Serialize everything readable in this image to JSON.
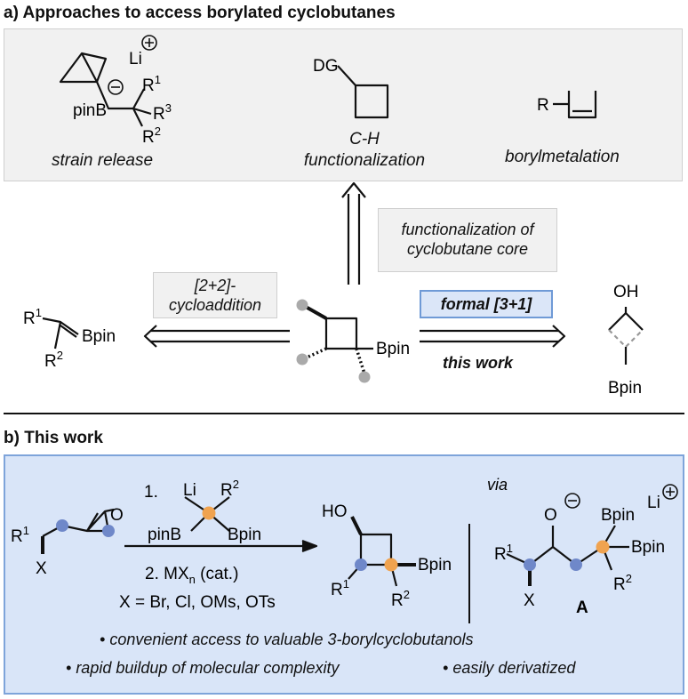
{
  "section_a": {
    "title": "a) Approaches to access borylated cyclobutanes",
    "approach1": {
      "caption": "strain release",
      "li": "Li",
      "pinb": "pinB",
      "r1": "R",
      "r1_sup": "1",
      "r2": "R",
      "r2_sup": "2",
      "r3": "R",
      "r3_sup": "3"
    },
    "approach2": {
      "caption_line1": "C-H",
      "caption_line2": "functionalization",
      "dg": "DG"
    },
    "approach3": {
      "caption": "borylmetalation",
      "r": "R"
    },
    "functionalization_line1": "functionalization of",
    "functionalization_line2": "cyclobutane core",
    "cycloaddition_line1": "[2+2]-",
    "cycloaddition_line2": "cycloaddition",
    "formal": "formal [3+1]",
    "this_work": "this work",
    "bpin": "Bpin",
    "oh": "OH",
    "alkene_r1": "R",
    "alkene_r1_sup": "1",
    "alkene_r2": "R",
    "alkene_r2_sup": "2"
  },
  "section_b": {
    "title": "b) This work",
    "x_label": "X",
    "r1": "R",
    "r1_sup": "1",
    "o": "O",
    "step1_num": "1.",
    "li": "Li",
    "r2": "R",
    "r2_sup": "2",
    "pinb": "pinB",
    "bpin": "Bpin",
    "step2_prefix": "2. MX",
    "step2_sub": "n",
    "step2_suffix": " (cat.)",
    "x_def": "X = Br, Cl, OMs, OTs",
    "ho": "HO",
    "via": "via",
    "intermediate_label": "A",
    "bullet1": "convenient access to valuable 3-borylcyclobutanols",
    "bullet2": "rapid buildup of molecular complexity",
    "bullet3": "easily derivatized"
  },
  "colors": {
    "orange": "#f0a350",
    "blue_dot": "#6f88c9",
    "grey_dot": "#aaaaaa",
    "panel_blue": "#d9e5f8",
    "panel_grey": "#f1f1f1"
  }
}
